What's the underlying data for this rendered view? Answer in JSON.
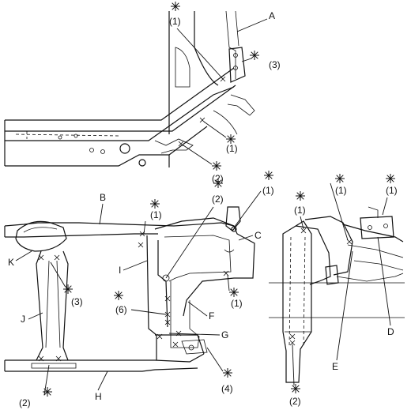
{
  "labels": {
    "A": "A",
    "B": "B",
    "C": "C",
    "D": "D",
    "E": "E",
    "F": "F",
    "G": "G",
    "H": "H",
    "I": "I",
    "J": "J",
    "K": "K"
  },
  "torque_callouts": {
    "c1": "(1)",
    "c2": "(2)",
    "c3": "(3)",
    "c4": "(4)",
    "c6": "(6)"
  },
  "icons": {
    "spot_weld_marker": "asterisk-star-icon"
  }
}
